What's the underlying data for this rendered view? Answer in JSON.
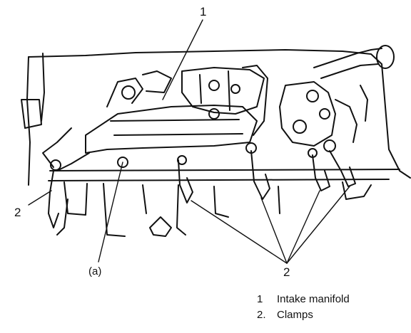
{
  "callouts": {
    "one": "1",
    "two_left": "2",
    "two_bottom": "2",
    "a_label": "(a)"
  },
  "legend": [
    {
      "num": "1",
      "text": "Intake manifold"
    },
    {
      "num": "2.",
      "text": "Clamps"
    }
  ]
}
